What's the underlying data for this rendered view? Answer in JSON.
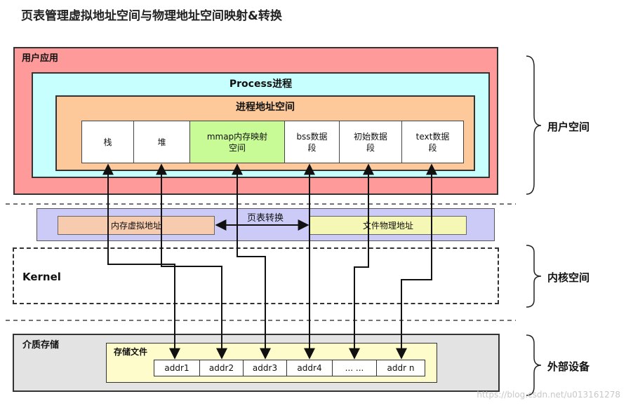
{
  "title": "页表管理虚拟地址空间与物理地址空间映射&转换",
  "user_app": {
    "label": "用户应用"
  },
  "process": {
    "label": "Process进程"
  },
  "addr_space": {
    "label": "进程地址空间",
    "segments": [
      {
        "label": "栈"
      },
      {
        "label": "堆"
      },
      {
        "label": "mmap内存映射\n空间"
      },
      {
        "label": "bss数据\n段"
      },
      {
        "label": "初始数据\n段"
      },
      {
        "label": "text数据\n段"
      }
    ]
  },
  "page_table": {
    "label": "页表转换",
    "virtual_label": "内存虚拟地址",
    "physical_label": "文件物理地址"
  },
  "kernel": {
    "label": "Kernel"
  },
  "storage": {
    "label": "介质存储",
    "file_label": "存储文件",
    "addrs": [
      "addr1",
      "addr2",
      "addr3",
      "addr4",
      "... ...",
      "addr n"
    ]
  },
  "braces": {
    "user_space": "用户空间",
    "kernel_space": "内核空间",
    "external": "外部设备"
  },
  "watermark": "https://blog.csdn.net/u013161278",
  "colors": {
    "user_app_bg": "#ff9a9a",
    "process_bg": "#c7ffff",
    "addr_space_bg": "#fdc99a",
    "mmap_bg": "#c8fa96",
    "page_table_bg": "#cccbf8",
    "virtual_bg": "#f6cbae",
    "physical_bg": "#f5f7b4",
    "storage_bg": "#e3e3e3",
    "file_bg": "#fffccc"
  }
}
